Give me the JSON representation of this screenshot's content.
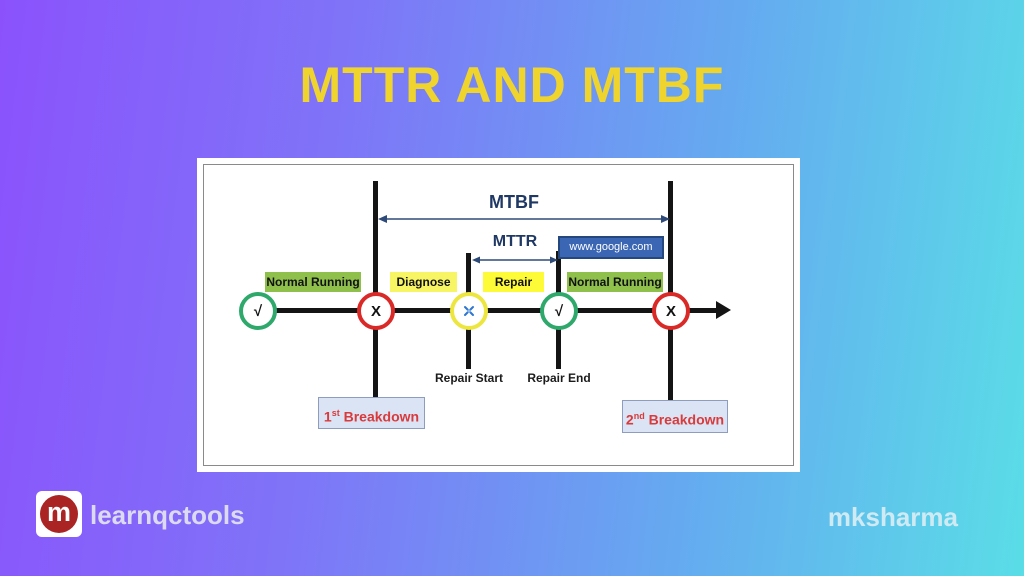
{
  "title": "MTTR AND MTBF",
  "diagram": {
    "mtbf_label": "MTBF",
    "mttr_label": "MTTR",
    "watermark": "www.google.com",
    "phases": [
      {
        "label": "Normal Running",
        "variant": "green"
      },
      {
        "label": "Diagnose",
        "variant": "yellow"
      },
      {
        "label": "Repair",
        "variant": "yellow"
      },
      {
        "label": "Normal Running",
        "variant": "green"
      }
    ],
    "markers": [
      {
        "glyph": "√",
        "state": "running-ok"
      },
      {
        "glyph": "X",
        "state": "breakdown"
      },
      {
        "glyph": "",
        "state": "under-repair",
        "icon": "repair-tools-icon"
      },
      {
        "glyph": "√",
        "state": "running-ok"
      },
      {
        "glyph": "X",
        "state": "breakdown"
      }
    ],
    "repair_start_label": "Repair Start",
    "repair_end_label": "Repair End",
    "breakdown1": {
      "num": "1",
      "sup": "st",
      "text": " Breakdown"
    },
    "breakdown2": {
      "num": "2",
      "sup": "nd",
      "text": " Breakdown"
    }
  },
  "footer": {
    "logo_letter": "m",
    "brand": "learnqctools",
    "author": "mksharma"
  },
  "colors": {
    "gradient_left": "#8b52fc",
    "gradient_right": "#5adde7",
    "title_yellow": "#efd42e",
    "navy_label": "#1f3864",
    "phase_green": "#8fc04c",
    "phase_yellow": "#fdfb37",
    "ring_green": "#2fa96b",
    "ring_red": "#da2a28",
    "ring_yellow": "#ece63f",
    "breakdown_box_bg": "#dbe4f4",
    "breakdown_text_red": "#d93a3c",
    "watermark_blue": "#3a66b3",
    "logo_red": "#a92423"
  }
}
